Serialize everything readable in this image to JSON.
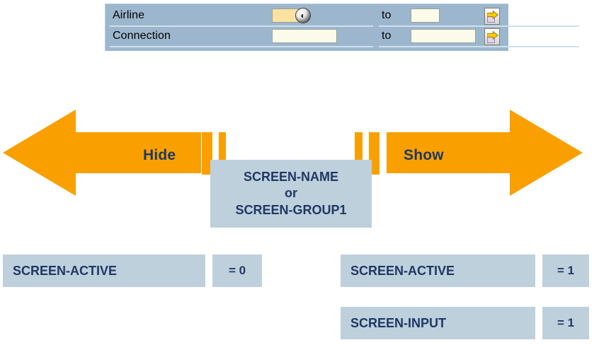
{
  "selection_screen": {
    "rows": [
      {
        "label": "Airline",
        "from_value": "",
        "from_focused": true,
        "search_help_icon": "search-help-icon",
        "to_label": "to",
        "to_value": "",
        "multi_select_icon": "multiple-selection-arrow-icon"
      },
      {
        "label": "Connection",
        "from_value": "",
        "from_focused": false,
        "to_label": "to",
        "to_value": "",
        "multi_select_icon": "multiple-selection-arrow-icon"
      }
    ]
  },
  "diagram": {
    "hide_arrow_label": "Hide",
    "show_arrow_label": "Show",
    "center_box": {
      "line1": "SCREEN-NAME",
      "line2": "or",
      "line3": "SCREEN-GROUP1"
    },
    "left_results": [
      {
        "field": "SCREEN-ACTIVE",
        "value": "=  0"
      }
    ],
    "right_results": [
      {
        "field": "SCREEN-ACTIVE",
        "value": "= 1"
      },
      {
        "field": "SCREEN-INPUT",
        "value": "= 1"
      }
    ]
  },
  "colors": {
    "arrow_orange": "#F9A000",
    "box_blue_grey": "#BED0DC",
    "text_navy": "#1F3864",
    "panel_steel_blue": "#9CB7CD",
    "input_cream": "#FCFBE9",
    "input_focused_gold": "#FBE2A0"
  }
}
